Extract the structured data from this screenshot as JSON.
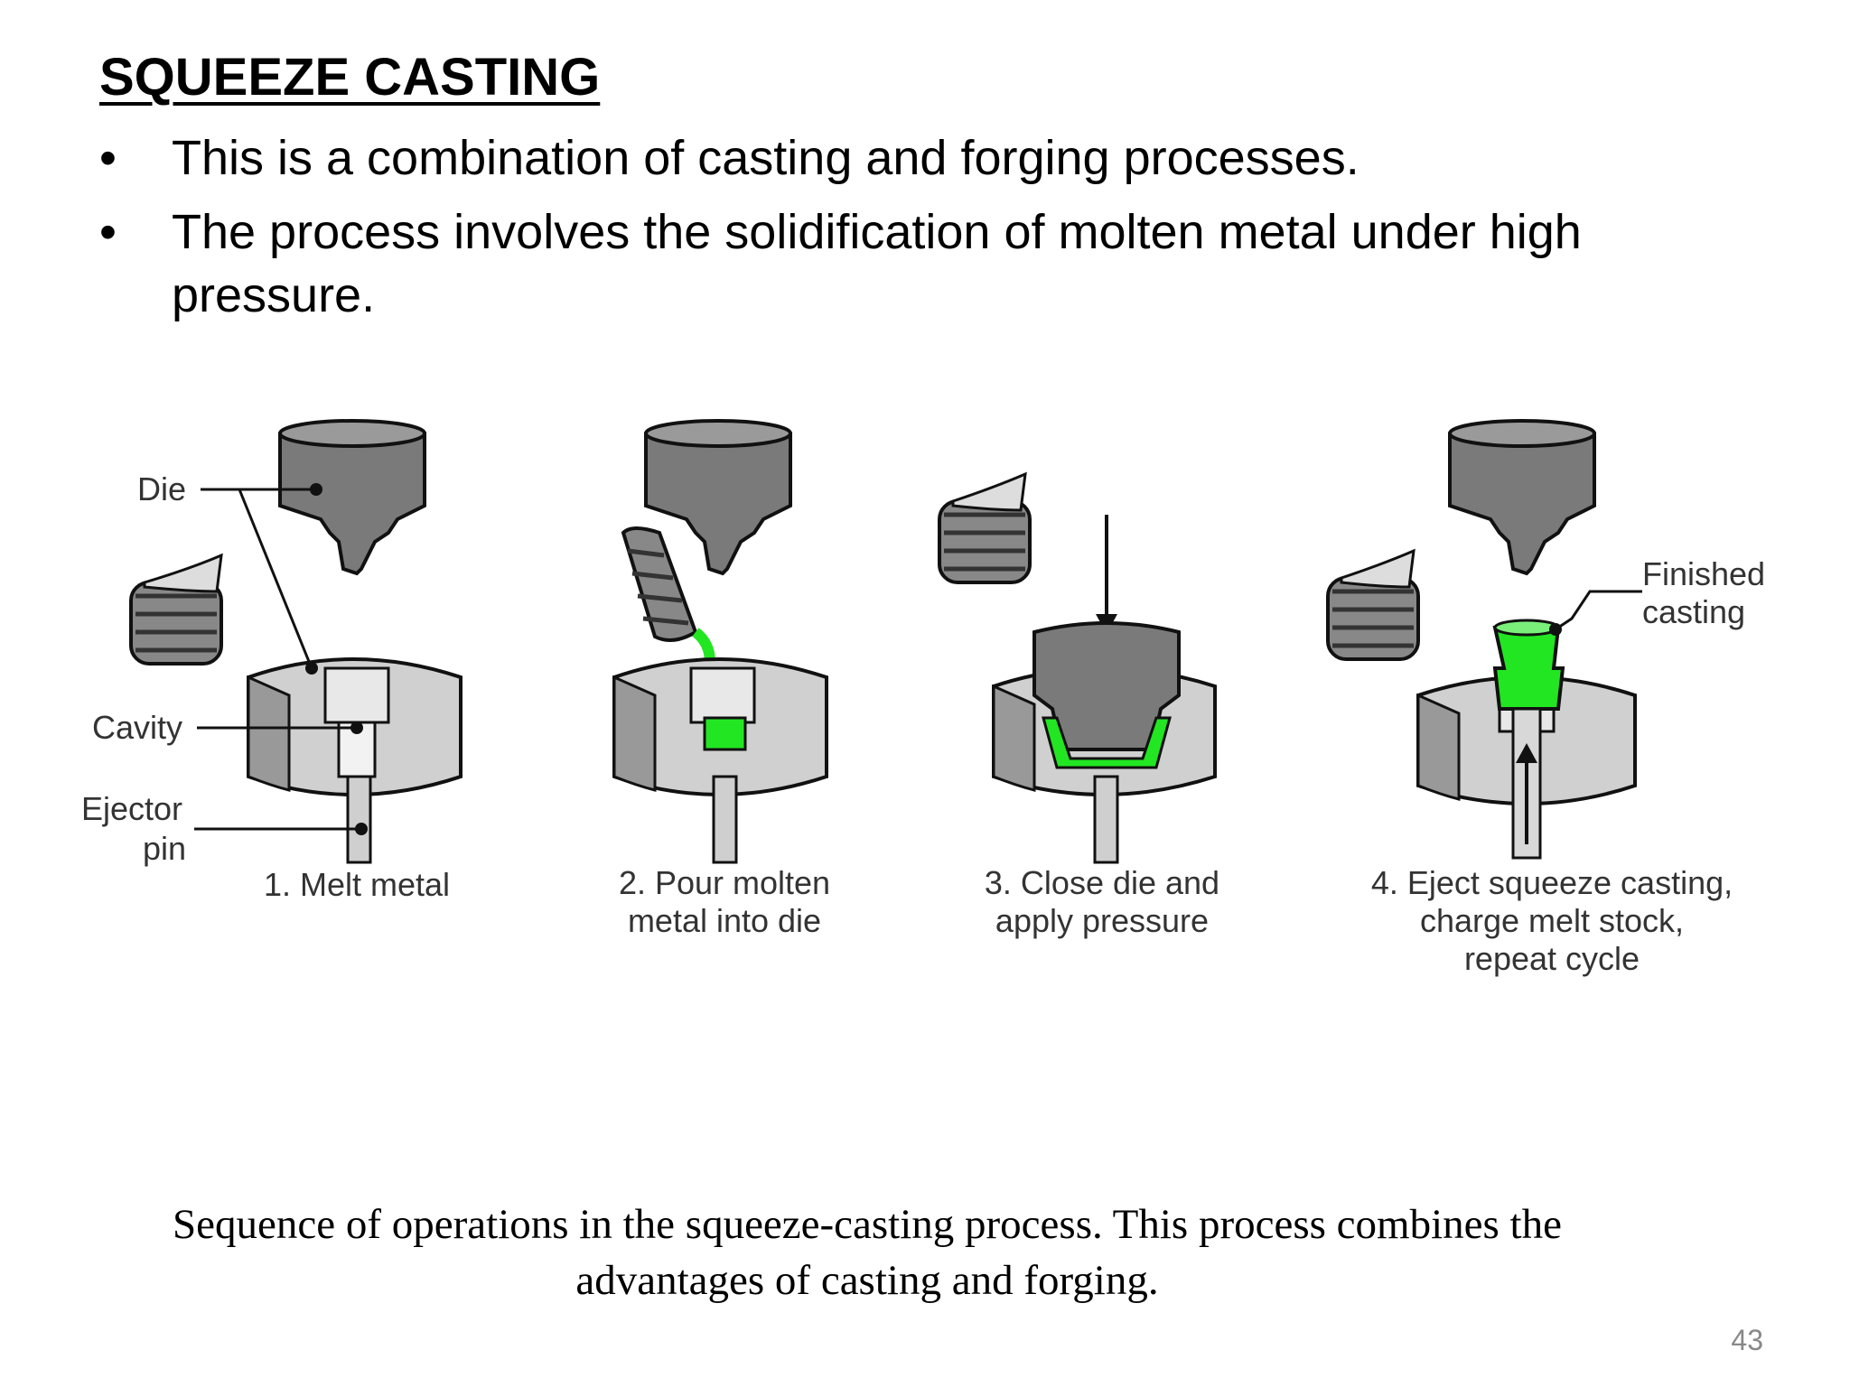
{
  "slide": {
    "title": "SQUEEZE CASTING",
    "bullets": [
      "This is a combination of casting and forging processes.",
      "The process involves the solidification of molten metal under high pressure."
    ],
    "bullet_symbol": "•"
  },
  "figure": {
    "labels": {
      "die": "Die",
      "cavity": "Cavity",
      "ejector_pin_line1": "Ejector",
      "ejector_pin_line2": "pin",
      "finished_casting_line1": "Finished",
      "finished_casting_line2": "casting"
    },
    "steps": [
      {
        "lines": [
          "1. Melt metal"
        ]
      },
      {
        "lines": [
          "2. Pour molten",
          "metal into die"
        ]
      },
      {
        "lines": [
          "3. Close die and",
          "apply pressure"
        ]
      },
      {
        "lines": [
          "4. Eject squeeze casting,",
          "charge melt stock,",
          "repeat cycle"
        ]
      }
    ],
    "colors": {
      "molten_metal": "#22e622",
      "die_dark": "#777777",
      "die_light": "#d8d8d8"
    }
  },
  "caption": "Sequence of operations in the squeeze-casting process. This process combines the advantages of casting and forging.",
  "page_number": "43"
}
